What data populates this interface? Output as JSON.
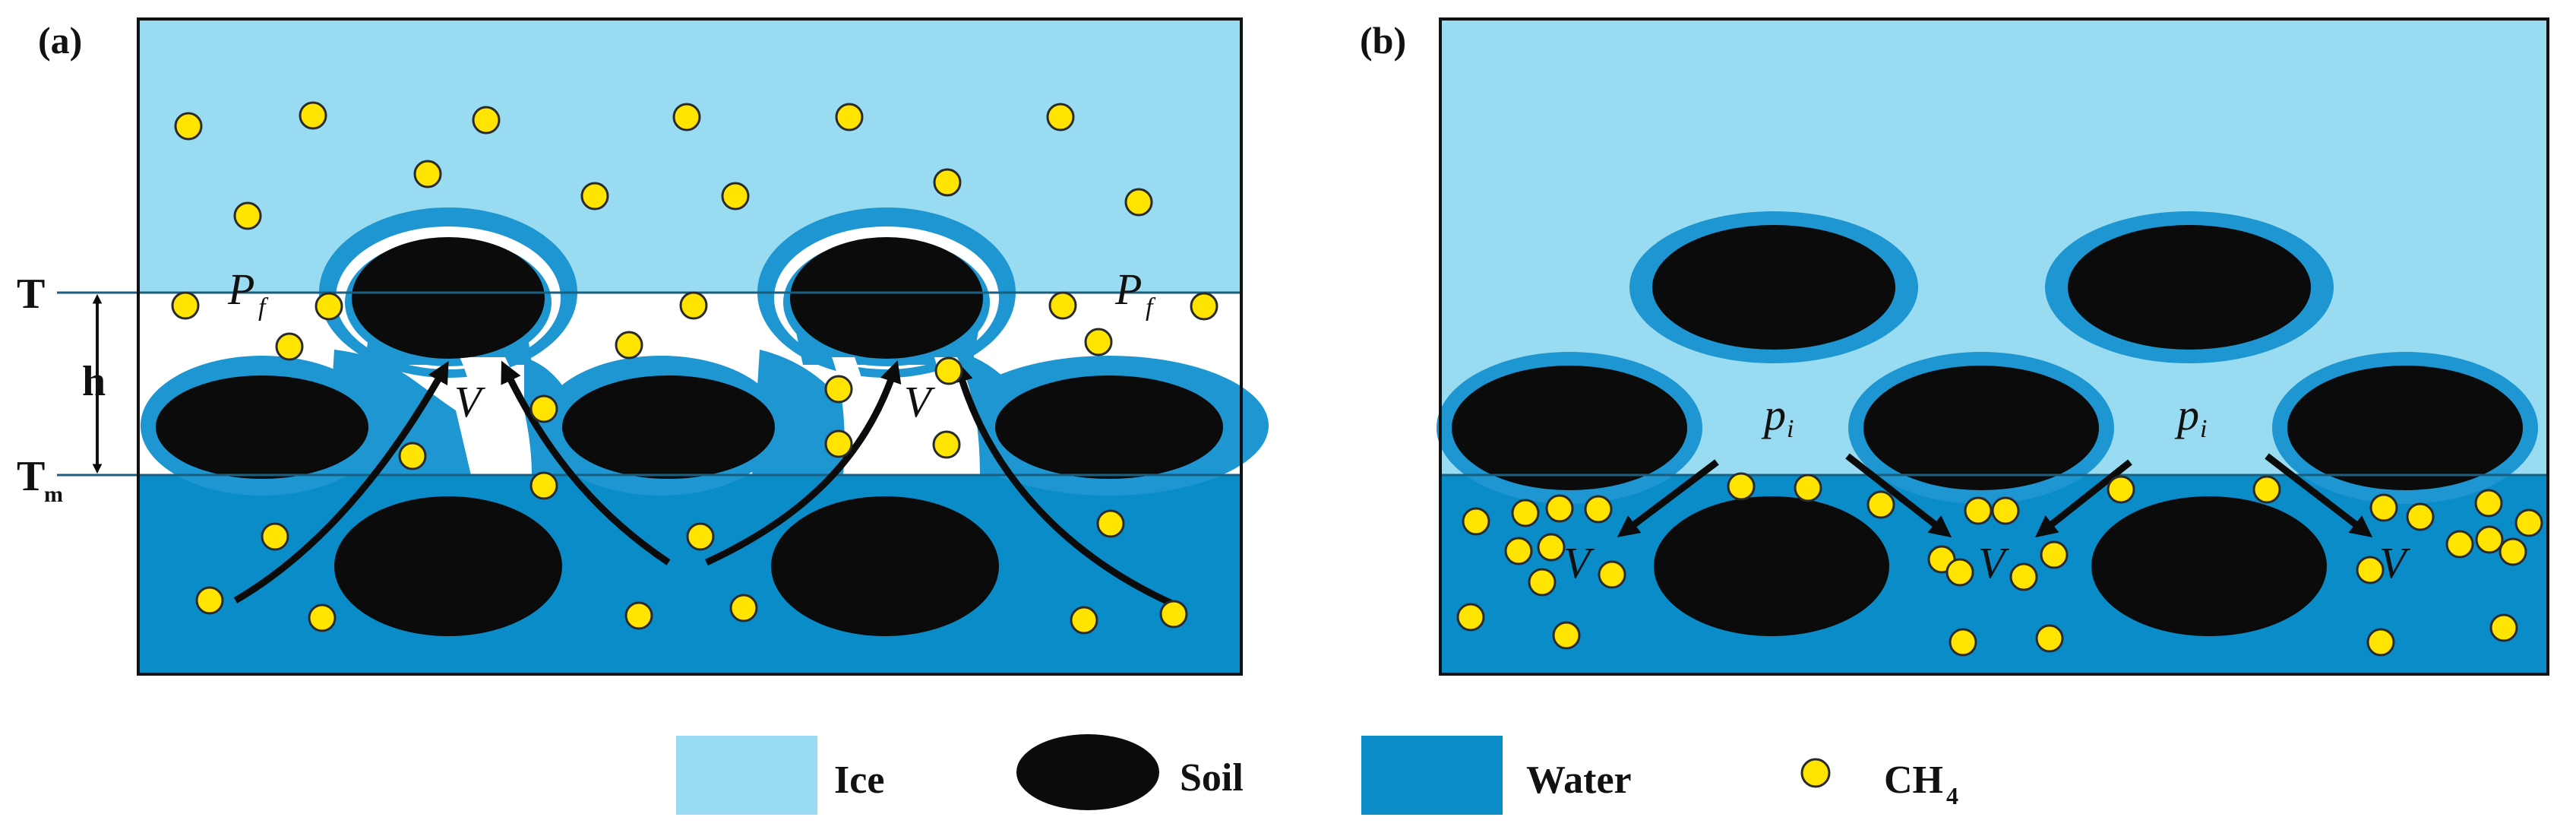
{
  "panels": {
    "a": {
      "label": "(a)",
      "T_label": "T",
      "h_label": "h",
      "Tm_label": "T",
      "Tm_sub": "m",
      "Pf_label": "P",
      "Pf_sub": "f",
      "V_label": "V"
    },
    "b": {
      "label": "(b)",
      "pi_label": "p",
      "pi_sub": "i",
      "V_label": "V"
    }
  },
  "legend": {
    "ice": "Ice",
    "soil": "Soil",
    "water": "Water",
    "ch4": "CH",
    "ch4_sub": "4"
  },
  "colors": {
    "ice": "#99DCF1",
    "water": "#0A8CC9",
    "film": "#1E96D1",
    "soil": "#0B0B0B",
    "ch4_fill": "#FFE400",
    "ch4_stroke": "#2A2A2A",
    "arrow": "#0B0B0B"
  }
}
